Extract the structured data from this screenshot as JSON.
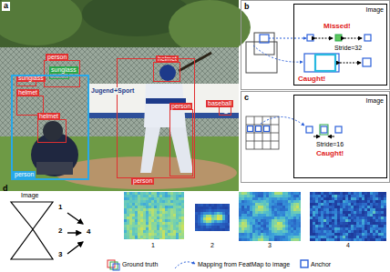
{
  "diagram": {
    "nodes": [
      {
        "text": [
          "person"
        ]
      },
      {
        "text": [
          "sunglass"
        ]
      },
      {
        "text": [
          "sunglass"
        ]
      },
      {
        "text": [
          "helmet"
        ]
      },
      {
        "text": [
          "helmet"
        ]
      },
      {
        "text": [
          "person"
        ]
      },
      {
        "text": [
          "baseball"
        ]
      },
      {
        "text": [
          "helmet"
        ]
      },
      {
        "text": [
          "person"
        ]
      },
      {
        "text": [
          "person"
        ]
      },
      {
        "text": [
          "Image",
          "Missed!",
          "Stride=32",
          "Caught!"
        ]
      },
      {
        "text": [
          "Image",
          "Stride=16",
          "Caught!"
        ]
      }
    ],
    "labels": [
      "a",
      "Jugend+Sport",
      "b",
      "c",
      "d",
      "Image",
      "1",
      "2",
      "3",
      "4",
      "1",
      "2",
      "3",
      "4"
    ],
    "legend": [
      {
        "text": "Ground truth"
      },
      {
        "text": "Mapping from FeatMap to image"
      },
      {
        "text": "Anchor"
      }
    ]
  }
}
